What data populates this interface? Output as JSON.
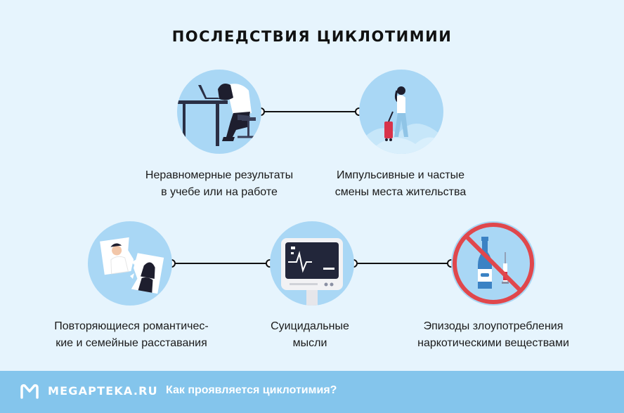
{
  "title": "ПОСЛЕДСТВИЯ ЦИКЛОТИМИИ",
  "items": [
    {
      "line1": "Неравномерные результаты",
      "line2": "в учебе или на работе",
      "icon": "person-at-desk-icon"
    },
    {
      "line1": "Импульсивные и частые",
      "line2": "смены места жительства",
      "icon": "traveler-with-suitcase-icon"
    },
    {
      "line1": "Повторяющиеся романтичес-",
      "line2": "кие и семейные расставания",
      "icon": "torn-couple-photo-icon"
    },
    {
      "line1": "Суицидальные",
      "line2": "мысли",
      "icon": "heart-monitor-icon"
    },
    {
      "line1": "Эпизоды злоупотребления",
      "line2": "наркотическими веществами",
      "icon": "no-alcohol-drugs-icon"
    }
  ],
  "footer": {
    "brand": "MEGAPTEKA.RU",
    "tagline": "Как проявляется циклотимия?"
  },
  "colors": {
    "background": "#e6f4fd",
    "circle": "#a9d7f5",
    "footer": "#84c5ec",
    "prohibition": "#e0474c"
  }
}
